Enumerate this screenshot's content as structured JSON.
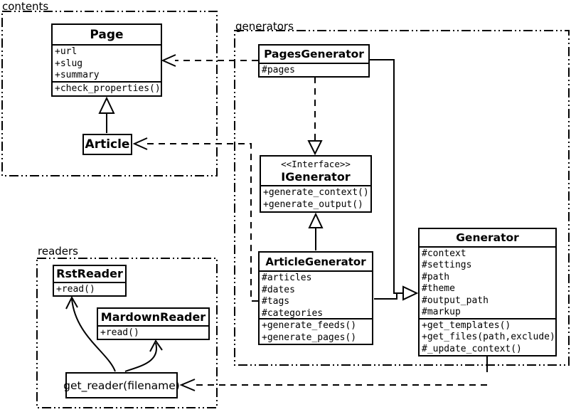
{
  "packages": {
    "contents": {
      "label": "contents"
    },
    "generators": {
      "label": "generators"
    },
    "readers": {
      "label": "readers"
    }
  },
  "classes": {
    "page": {
      "name": "Page",
      "attributes": [
        "+url",
        "+slug",
        "+summary"
      ],
      "methods": [
        "+check_properties()"
      ]
    },
    "article": {
      "name": "Article"
    },
    "pages_generator": {
      "name": "PagesGenerator",
      "attributes": [
        "#pages"
      ]
    },
    "igenerator": {
      "stereotype": "<<Interface>>",
      "name": "IGenerator",
      "methods": [
        "+generate_context()",
        "+generate_output()"
      ]
    },
    "article_generator": {
      "name": "ArticleGenerator",
      "attributes": [
        "#articles",
        "#dates",
        "#tags",
        "#categories"
      ],
      "methods": [
        "+generate_feeds()",
        "+generate_pages()"
      ]
    },
    "generator": {
      "name": "Generator",
      "attributes": [
        "#context",
        "#settings",
        "#path",
        "#theme",
        "#output_path",
        "#markup"
      ],
      "methods": [
        "+get_templates()",
        "+get_files(path,exclude)",
        "#_update_context()"
      ]
    },
    "rst_reader": {
      "name": "RstReader",
      "methods": [
        "+read()"
      ]
    },
    "markdown_reader": {
      "name": "MardownReader",
      "methods": [
        "+read()"
      ]
    },
    "get_reader": {
      "label": "get_reader(filename)"
    }
  },
  "relationships": [
    {
      "from": "PagesGenerator",
      "to": "Page",
      "type": "dashed-dependency-open-arrow"
    },
    {
      "from": "ArticleGenerator",
      "to": "Article",
      "type": "dashed-dependency-open-arrow"
    },
    {
      "from": "PagesGenerator",
      "to": "IGenerator",
      "type": "dashed-realization-hollow-triangle"
    },
    {
      "from": "ArticleGenerator",
      "to": "IGenerator",
      "type": "generalization-hollow-triangle"
    },
    {
      "from": "PagesGenerator",
      "to": "Generator",
      "type": "generalization-hollow-triangle"
    },
    {
      "from": "ArticleGenerator",
      "to": "Generator",
      "type": "generalization-hollow-triangle"
    },
    {
      "from": "Article",
      "to": "Page",
      "type": "generalization-hollow-triangle"
    },
    {
      "from": "Generator",
      "to": "get_reader(filename)",
      "type": "dashed-dependency-open-arrow"
    },
    {
      "from": "get_reader(filename)",
      "to": "RstReader",
      "type": "curved-open-arrow"
    },
    {
      "from": "get_reader(filename)",
      "to": "MardownReader",
      "type": "curved-open-arrow"
    }
  ],
  "colors": {
    "line": "#000000",
    "background": "#ffffff",
    "box_fill": "#ffffff"
  }
}
